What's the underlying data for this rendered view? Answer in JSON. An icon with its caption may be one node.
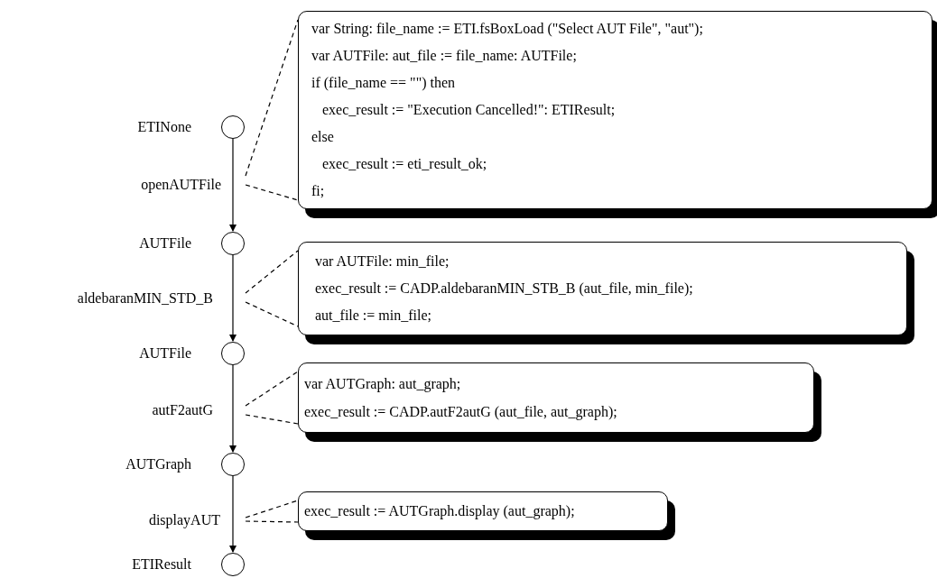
{
  "diagram": {
    "nodes": [
      {
        "text": [],
        "shape": "circle",
        "beside": [
          "ETINone"
        ]
      },
      {
        "text": [],
        "shape": "circle",
        "beside": [
          "AUTFile"
        ]
      },
      {
        "text": [],
        "shape": "circle",
        "beside": [
          "AUTFile"
        ]
      },
      {
        "text": [],
        "shape": "circle",
        "beside": [
          "AUTGraph"
        ]
      },
      {
        "text": [],
        "shape": "circle",
        "beside": [
          "ETIResult"
        ]
      },
      {
        "text": [
          "var String: file_name := ETI.fsBoxLoad (\"Select AUT File\", \"aut\");",
          "var AUTFile: aut_file := file_name: AUTFile;",
          "if (file_name == \"\") then",
          "exec_result := \"Execution Cancelled!\": ETIResult;",
          "else",
          "exec_result := eti_result_ok;",
          "fi;"
        ]
      },
      {
        "text": [
          "var AUTFile: min_file;",
          "exec_result := CADP.aldebaranMIN_STB_B (aut_file, min_file);",
          "aut_file := min_file;"
        ]
      },
      {
        "text": [
          "var AUTGraph: aut_graph;",
          "exec_result := CADP.autF2autG (aut_file, aut_graph);"
        ]
      },
      {
        "text": [
          "exec_result := AUTGraph.display (aut_graph);"
        ]
      }
    ],
    "edges": [
      {
        "from": 0,
        "to": 1,
        "arrow": "to",
        "label": "openAUTFile"
      },
      {
        "from": 1,
        "to": 2,
        "arrow": "to",
        "label": "aldebaranMIN_STD_B"
      },
      {
        "from": 2,
        "to": 3,
        "arrow": "to",
        "label": "autF2autG"
      },
      {
        "from": 3,
        "to": 4,
        "arrow": "to",
        "label": "displayAUT"
      },
      {
        "from": null,
        "to": 5,
        "arrow": "none",
        "style": "dashed"
      },
      {
        "from": null,
        "to": 5,
        "arrow": "none",
        "style": "dashed"
      },
      {
        "from": null,
        "to": 6,
        "arrow": "none",
        "style": "dashed"
      },
      {
        "from": null,
        "to": 6,
        "arrow": "none",
        "style": "dashed"
      },
      {
        "from": null,
        "to": 7,
        "arrow": "none",
        "style": "dashed"
      },
      {
        "from": null,
        "to": 7,
        "arrow": "none",
        "style": "dashed"
      },
      {
        "from": null,
        "to": 8,
        "arrow": "none",
        "style": "dashed"
      },
      {
        "from": null,
        "to": 8,
        "arrow": "none",
        "style": "dashed"
      }
    ]
  }
}
